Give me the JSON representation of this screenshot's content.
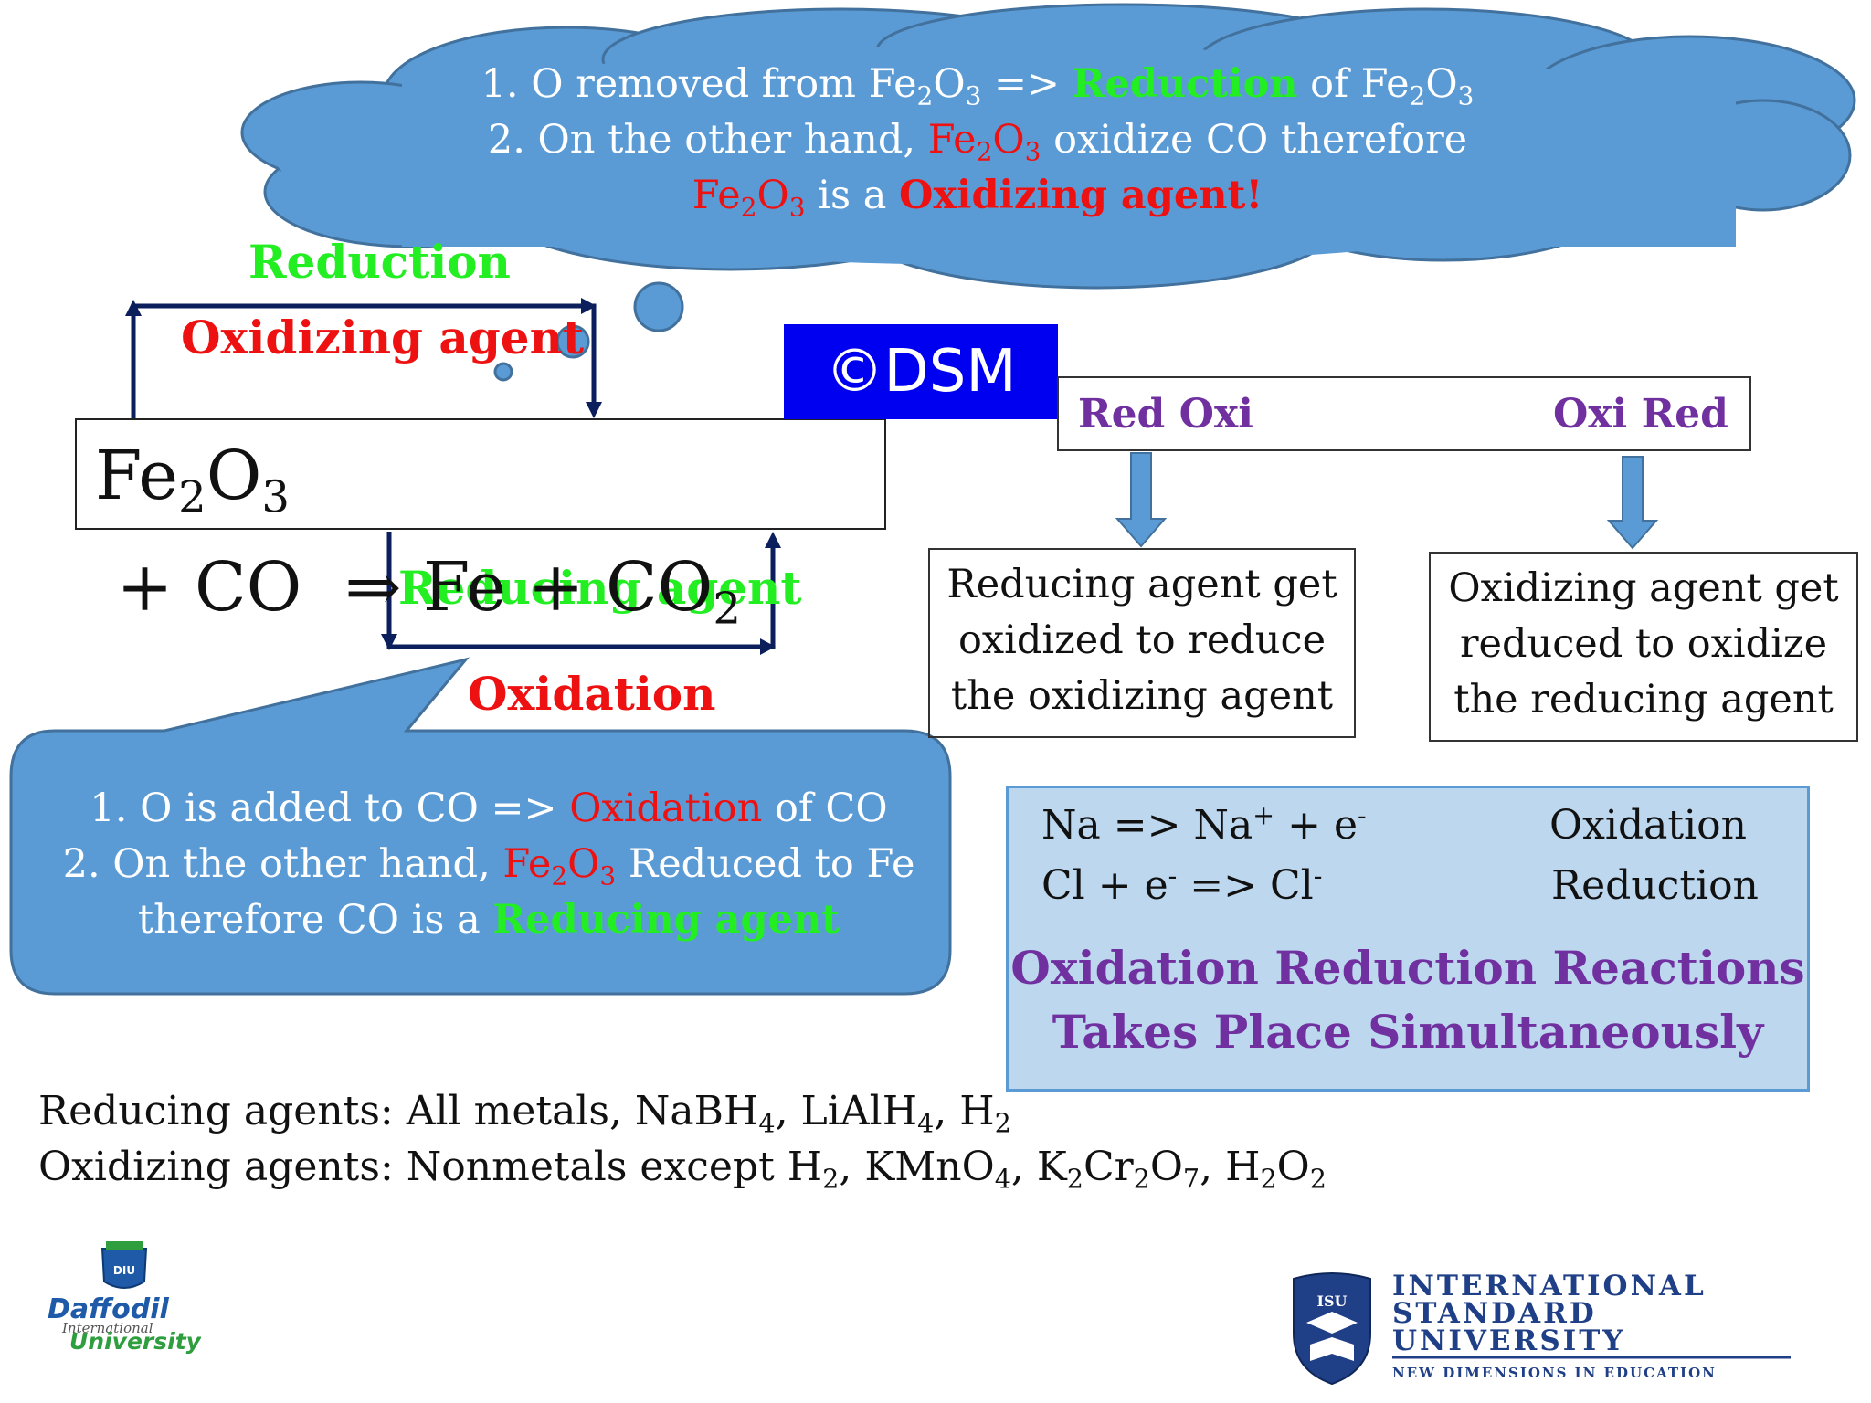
{
  "cloud": {
    "line1": {
      "a": "1. O removed from Fe",
      "b": "O",
      "c": " => ",
      "d": "Reduction",
      "e": " of Fe",
      "f": "O"
    },
    "line2": {
      "a": "2. On the other hand, ",
      "b": "Fe",
      "c": "O",
      "d": " oxidize CO therefore"
    },
    "line3": {
      "a": "Fe",
      "b": "O",
      "c": " is a ",
      "d": "Oxidizing agent!"
    },
    "sub2": "2",
    "sub3": "3"
  },
  "labels": {
    "reduction": "Reduction",
    "oxidizing_agent": "Oxidizing agent",
    "reducing_agent": "Reducing agent",
    "oxidation": "Oxidation"
  },
  "equation": {
    "fe": "Fe",
    "o": "O",
    "plus_co": " + CO  ⇒ Fe + CO",
    "sub2": "2",
    "sub3": "3"
  },
  "watermark": "©DSM",
  "red_oxi": {
    "left": "Red Oxi",
    "right": "Oxi Red"
  },
  "desc_left": [
    "Reducing agent get",
    "oxidized to reduce",
    "the oxidizing agent"
  ],
  "desc_right": [
    "Oxidizing agent get",
    "reduced to oxidize",
    "the reducing agent"
  ],
  "callout": {
    "line1": {
      "a": "1. O is added to CO => ",
      "b": "Oxidation",
      "c": " of CO"
    },
    "line2": {
      "a": "2. On the other hand, ",
      "b": "Fe",
      "c": "O",
      "d": " Reduced to Fe"
    },
    "line3": {
      "a": "therefore CO is a ",
      "b": "Reducing agent"
    }
  },
  "info": {
    "eq1": {
      "a": "Na => Na",
      "sup_plus": "+",
      "b": " + e",
      "sup_minus": "-"
    },
    "eq2": {
      "a": "Cl + e",
      "sup_minus": "-",
      "b": " => Cl",
      "sup_minus2": "-"
    },
    "result1": "Oxidation",
    "result2": "Reduction",
    "summary1": "Oxidation Reduction Reactions",
    "summary2": "Takes Place Simultaneously"
  },
  "bottom": {
    "reducing": {
      "a": "Reducing agents: All metals, NaBH",
      "b": ", LiAlH",
      "c": ", H"
    },
    "oxidizing": {
      "a": "Oxidizing agents: Nonmetals except H",
      "b": ", KMnO",
      "c": ", K",
      "d": "Cr",
      "e": "O",
      "f": ", H",
      "g": "O"
    },
    "sub2": "2",
    "sub4": "4",
    "sub7": "7"
  },
  "logos": {
    "daffodil": {
      "line1": "Daffodil",
      "line2": "International",
      "line3": "University",
      "badge": "DIU"
    },
    "isu": {
      "badge": "ISU",
      "line1": "INTERNATIONAL",
      "line2": "STANDARD",
      "line3": "UNIVERSITY",
      "tagline": "NEW DIMENSIONS IN EDUCATION"
    }
  },
  "colors": {
    "cloud_fill": "#5b9bd5",
    "red": "#ee1111",
    "green": "#22ee22",
    "purple": "#7030a0",
    "watermark_bg": "#0000f0",
    "info_bg": "#bdd7ee",
    "arrow_navy": "#0a1f5c"
  }
}
